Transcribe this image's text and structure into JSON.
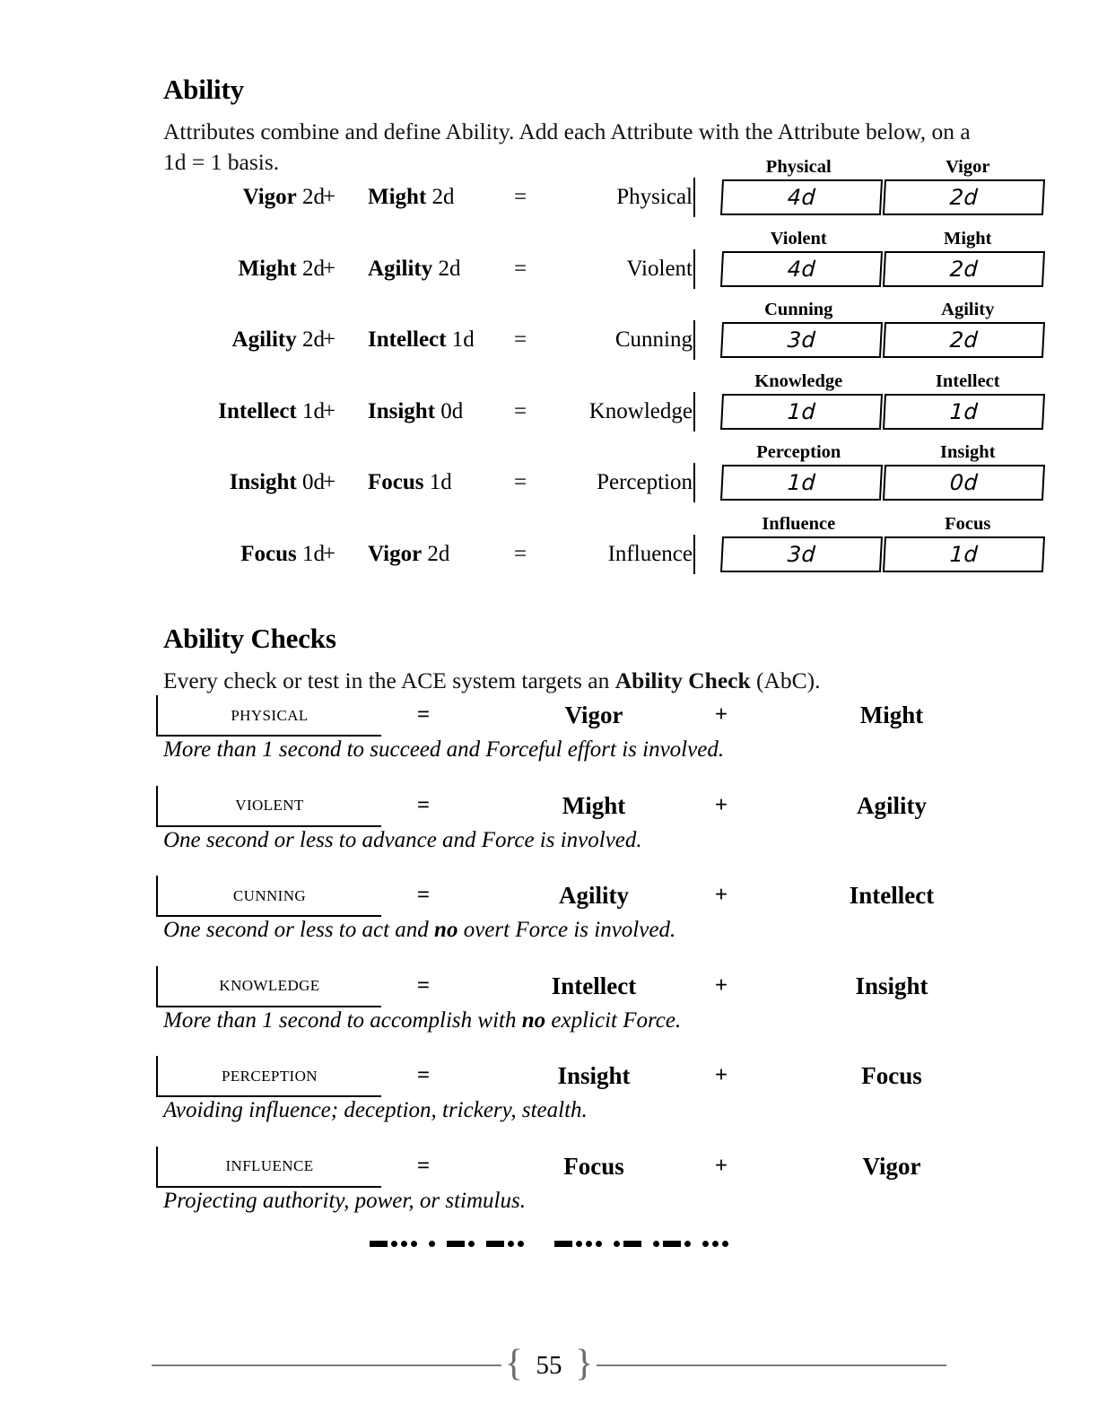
{
  "page": {
    "number": "55"
  },
  "ability_section": {
    "heading": "Ability",
    "intro": "Attributes combine and define Ability. Add each Attribute with the Attribute below, on a 1d = 1 basis.",
    "operators": {
      "plus": "+",
      "equals": "="
    },
    "rows": [
      {
        "left_attr": "Vigor",
        "left_dice": "2d",
        "right_attr": "Might",
        "right_dice": "2d",
        "result": "Physical",
        "box_label_left": "Physical",
        "box_label_right": "Vigor",
        "box_value_left": "4d",
        "box_value_right": "2d"
      },
      {
        "left_attr": "Might",
        "left_dice": "2d",
        "right_attr": "Agility",
        "right_dice": "2d",
        "result": "Violent",
        "box_label_left": "Violent",
        "box_label_right": "Might",
        "box_value_left": "4d",
        "box_value_right": "2d"
      },
      {
        "left_attr": "Agility",
        "left_dice": "2d",
        "right_attr": "Intellect",
        "right_dice": "1d",
        "result": "Cunning",
        "box_label_left": "Cunning",
        "box_label_right": "Agility",
        "box_value_left": "3d",
        "box_value_right": "2d"
      },
      {
        "left_attr": "Intellect",
        "left_dice": "1d",
        "right_attr": "Insight",
        "right_dice": "0d",
        "result": "Knowledge",
        "box_label_left": "Knowledge",
        "box_label_right": "Intellect",
        "box_value_left": "1d",
        "box_value_right": "1d"
      },
      {
        "left_attr": "Insight",
        "left_dice": "0d",
        "right_attr": "Focus",
        "right_dice": "1d",
        "result": "Perception",
        "box_label_left": "Perception",
        "box_label_right": "Insight",
        "box_value_left": "1d",
        "box_value_right": "0d"
      },
      {
        "left_attr": "Focus",
        "left_dice": "1d",
        "right_attr": "Vigor",
        "right_dice": "2d",
        "result": "Influence",
        "box_label_left": "Influence",
        "box_label_right": "Focus",
        "box_value_left": "3d",
        "box_value_right": "1d"
      }
    ]
  },
  "ability_checks_section": {
    "heading": "Ability Checks",
    "intro_prefix": "Every check or test in the ACE system targets an ",
    "intro_bold": "Ability Check",
    "intro_suffix": " (AbC).",
    "operators": {
      "plus": "+",
      "equals": "="
    },
    "checks": [
      {
        "label": "Physical",
        "term_1": "Vigor",
        "term_2": "Might",
        "desc_prefix": "More than 1 second to succeed and Forceful effort is involved.",
        "desc_bold": "",
        "desc_suffix": ""
      },
      {
        "label": "Violent",
        "term_1": "Might",
        "term_2": "Agility",
        "desc_prefix": "One second or less to advance and Force is involved.",
        "desc_bold": "",
        "desc_suffix": ""
      },
      {
        "label": "Cunning",
        "term_1": "Agility",
        "term_2": "Intellect",
        "desc_prefix": "One second or less to act and ",
        "desc_bold": "no",
        "desc_suffix": " overt Force is involved."
      },
      {
        "label": "Knowledge",
        "term_1": "Intellect",
        "term_2": "Insight",
        "desc_prefix": "More than 1 second to accomplish with ",
        "desc_bold": "no",
        "desc_suffix": " explicit Force."
      },
      {
        "label": "Perception",
        "term_1": "Insight",
        "term_2": "Focus",
        "desc_prefix": "Avoiding influence; deception, trickery, stealth.",
        "desc_bold": "",
        "desc_suffix": ""
      },
      {
        "label": "Influence",
        "term_1": "Focus",
        "term_2": "Vigor",
        "desc_prefix": "Projecting authority, power, or stimulus.",
        "desc_bold": "",
        "desc_suffix": ""
      }
    ]
  },
  "ornament": {
    "type": "morse-code",
    "decoded": "BEND BARS",
    "words": [
      {
        "text": "BEND",
        "letters": [
          "-...",
          ".",
          "-.",
          "-.."
        ]
      },
      {
        "text": "BARS",
        "letters": [
          "-...",
          ".-",
          ".-.",
          "..."
        ]
      }
    ]
  },
  "colors": {
    "ink": "#000000",
    "footer_rule": "#7a7a7a",
    "paper": "#ffffff"
  }
}
